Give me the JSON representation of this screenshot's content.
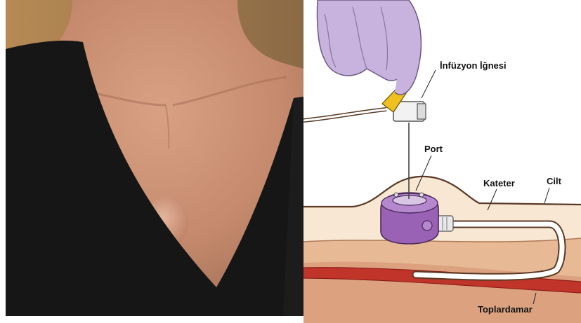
{
  "figure": {
    "left_panel": {
      "subject": "chest-with-implanted-port-photo"
    },
    "right_panel": {
      "labels": {
        "needle": "İnfüzyon İğnesi",
        "port": "Port",
        "catheter": "Kateter",
        "skin": "Cilt",
        "vein": "Toplardamar"
      },
      "colors": {
        "glove": "#c8b3df",
        "needle_hub": "#f0c020",
        "port_body": "#9a62b4",
        "skin_surface": "#f7e7d3",
        "tissue": "#e7b995",
        "vein": "#c0342a",
        "catheter": "#ffffff"
      }
    }
  }
}
